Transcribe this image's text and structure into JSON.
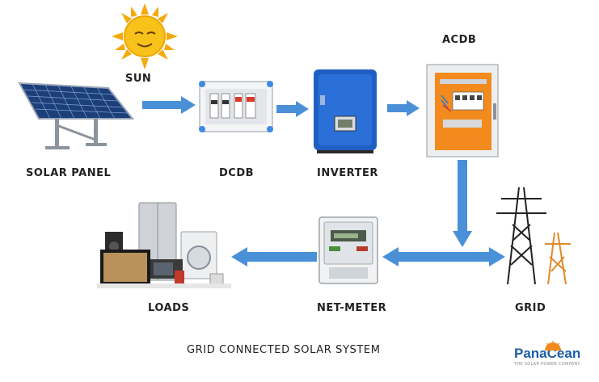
{
  "labels": {
    "sun": "SUN",
    "solar_panel": "SOLAR PANEL",
    "dcdb": "DCDB",
    "inverter": "INVERTER",
    "acdb": "ACDB",
    "grid": "GRID",
    "net_meter": "NET-METER",
    "loads": "LOADS"
  },
  "caption": "GRID CONNECTED SOLAR SYSTEM",
  "logo": {
    "name": "PanaCean",
    "tagline": "THE SOLAR POWER COMPANY"
  },
  "colors": {
    "arrow": "#4a90d9",
    "inverter": "#1f5fc4",
    "acdb_inner": "#f28a1e",
    "sun": "#f7c21a"
  }
}
